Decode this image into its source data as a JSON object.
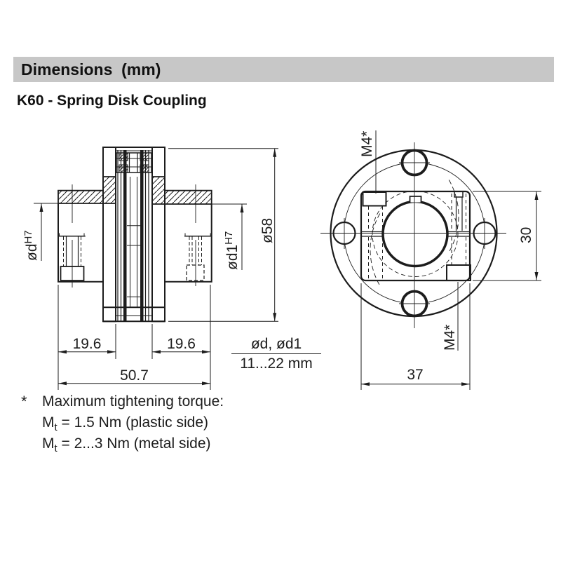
{
  "header": {
    "label": "Dimensions  (mm)"
  },
  "title": "K60 - Spring Disk Coupling",
  "section_view": {
    "dim_hub_length_left": "19.6",
    "dim_hub_length_right": "19.6",
    "dim_overall_length": "50.7",
    "dim_outer_diameter": "ø58",
    "bore_left": {
      "symbol": "ød",
      "tolerance": "H7"
    },
    "bore_right": {
      "symbol": "ød1",
      "tolerance": "H7"
    },
    "bore_range": {
      "numerator": "ød, ød1",
      "denominator": "11...22 mm"
    }
  },
  "front_view": {
    "thread_label_top": "M4*",
    "thread_label_bottom": "M4*",
    "dim_hub_height": "30",
    "dim_hub_width": "37"
  },
  "footnote": {
    "marker": "*",
    "line1": "Maximum tightening torque:",
    "line2": {
      "m": "M",
      "sub": "t",
      "rest": " = 1.5 Nm (plastic side)"
    },
    "line3": {
      "m": "M",
      "sub": "t",
      "rest": " = 2...3 Nm (metal side)"
    }
  },
  "colors": {
    "header_bg": "#c7c7c7",
    "ink": "#1c1c1c",
    "background": "#ffffff"
  }
}
